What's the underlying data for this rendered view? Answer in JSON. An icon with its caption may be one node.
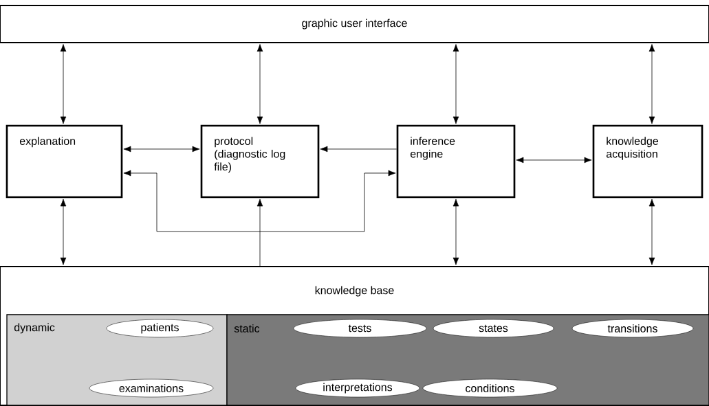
{
  "diagram": {
    "nodes": [
      {
        "text": [
          "graphic user interface"
        ]
      },
      {
        "text": [
          "explanation"
        ]
      },
      {
        "text": [
          "protocol (diagnostic log file)"
        ]
      },
      {
        "text": [
          "inference engine"
        ]
      },
      {
        "text": [
          "knowledge acquisition"
        ]
      },
      {
        "text": [
          "knowledge base"
        ]
      },
      {
        "text": [
          "dynamic"
        ],
        "in": 5
      },
      {
        "text": [
          "static"
        ],
        "in": 5
      },
      {
        "text": [
          "patients"
        ],
        "in": 6
      },
      {
        "text": [
          "examinations"
        ],
        "in": 6
      },
      {
        "text": [
          "tests"
        ],
        "in": 7
      },
      {
        "text": [
          "states"
        ],
        "in": 7
      },
      {
        "text": [
          "transitions"
        ],
        "in": 7
      },
      {
        "text": [
          "interpretations"
        ],
        "in": 7
      },
      {
        "text": [
          "conditions"
        ],
        "in": 7
      }
    ],
    "edges": [
      {
        "from": 0,
        "to": 1,
        "arrow": "both"
      },
      {
        "from": 0,
        "to": 2,
        "arrow": "both"
      },
      {
        "from": 0,
        "to": 3,
        "arrow": "both"
      },
      {
        "from": 0,
        "to": 4,
        "arrow": "both"
      },
      {
        "from": 1,
        "to": 2,
        "arrow": "both"
      },
      {
        "from": 3,
        "to": 2,
        "arrow": "to"
      },
      {
        "from": 3,
        "to": 4,
        "arrow": "both"
      },
      {
        "from": 1,
        "to": 3,
        "arrow": "both"
      },
      {
        "from": 5,
        "to": 2,
        "arrow": "to"
      },
      {
        "from": 1,
        "to": 5,
        "arrow": "both"
      },
      {
        "from": 3,
        "to": 5,
        "arrow": "both"
      },
      {
        "from": 4,
        "to": 5,
        "arrow": "both"
      }
    ]
  }
}
